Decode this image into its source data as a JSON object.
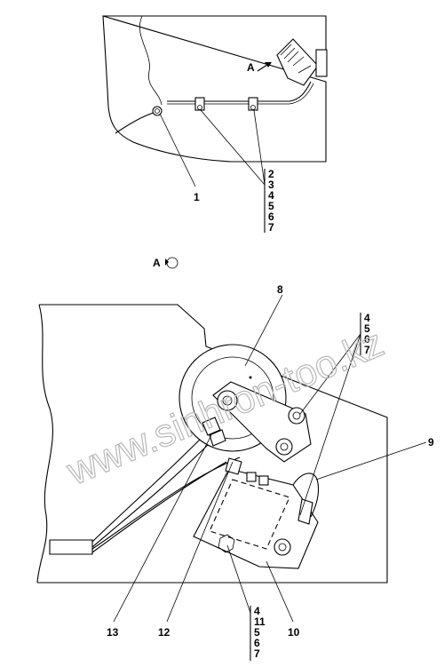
{
  "watermark": "www.sinhron-too.kz",
  "top_view": {
    "view_marker": "A",
    "callout_1": "1",
    "stack_labels": [
      "2",
      "3",
      "4",
      "5",
      "6",
      "7"
    ]
  },
  "bottom_view": {
    "title_letter": "A",
    "callout_8": "8",
    "callout_9": "9",
    "callout_10": "10",
    "callout_12": "12",
    "callout_13": "13",
    "stack_right_labels": [
      "4",
      "5",
      "6",
      "7"
    ],
    "stack_bottom_labels": [
      "4",
      "11",
      "5",
      "6",
      "7"
    ]
  }
}
